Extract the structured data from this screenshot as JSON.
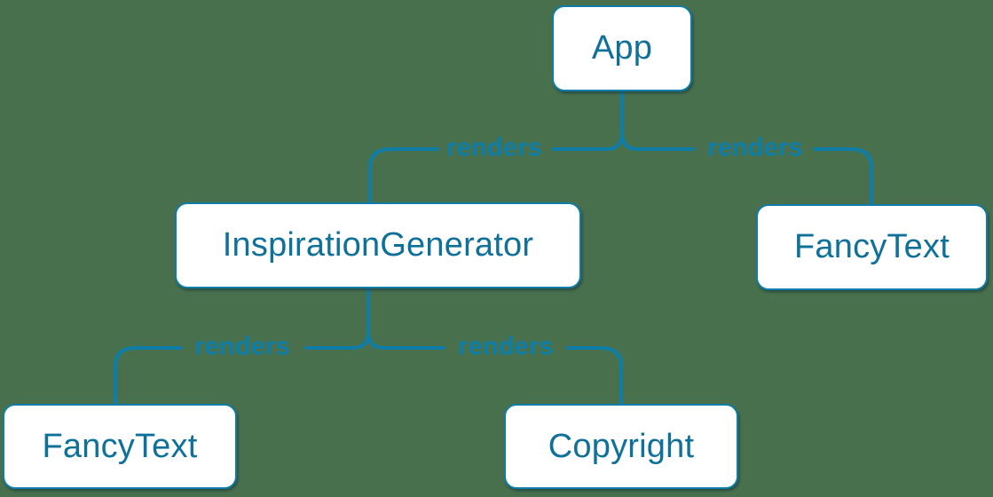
{
  "diagram": {
    "title_semantic": "React component render tree",
    "colors": {
      "background": "#48704d",
      "line": "#0e7ea8",
      "text": "#0f7099",
      "node_fill": "#ffffff"
    },
    "nodes": {
      "app": {
        "label": "App"
      },
      "inspiration_generator": {
        "label": "InspirationGenerator"
      },
      "fancy_text_top_right": {
        "label": "FancyText"
      },
      "fancy_text_bottom_left": {
        "label": "FancyText"
      },
      "copyright": {
        "label": "Copyright"
      }
    },
    "edges": {
      "app_to_inspiration_generator": {
        "from": "App",
        "to": "InspirationGenerator",
        "label": "renders"
      },
      "app_to_fancy_text": {
        "from": "App",
        "to": "FancyText",
        "label": "renders"
      },
      "inspiration_generator_to_fancy_text": {
        "from": "InspirationGenerator",
        "to": "FancyText",
        "label": "renders"
      },
      "inspiration_generator_to_copyright": {
        "from": "InspirationGenerator",
        "to": "Copyright",
        "label": "renders"
      }
    }
  }
}
